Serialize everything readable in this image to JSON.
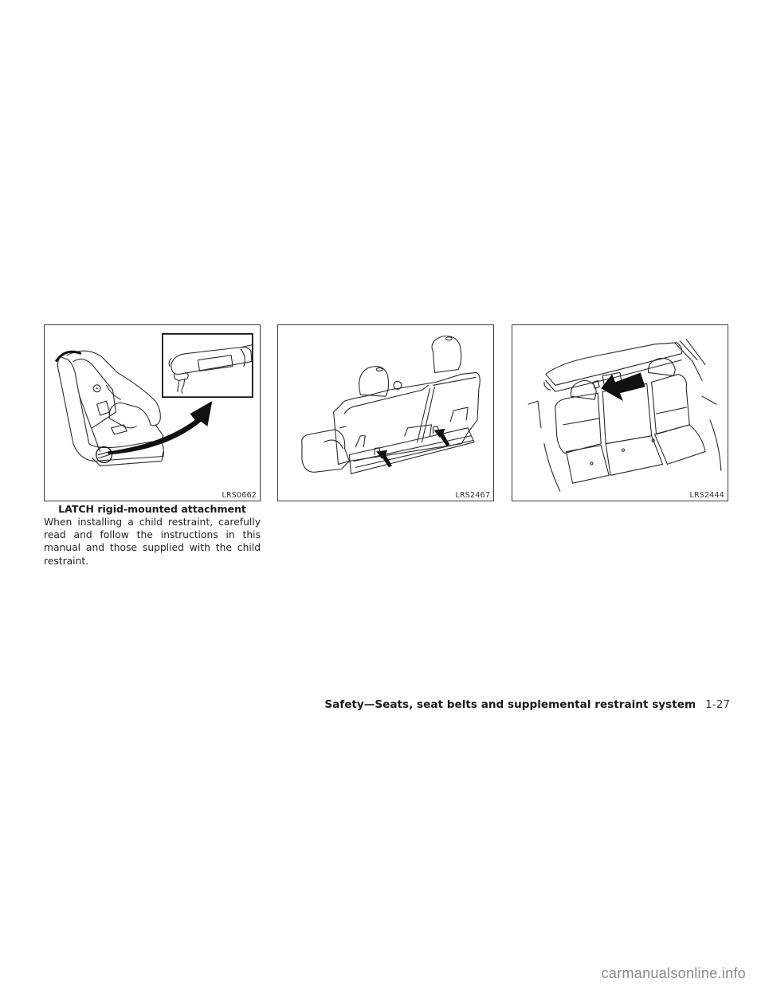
{
  "figures": [
    {
      "id": "fig1",
      "code": "LRS0662",
      "depicts": "child-seat-latch-attachment",
      "caption": "LATCH rigid-mounted attachment"
    },
    {
      "id": "fig2",
      "code": "LRS2467",
      "depicts": "rear-seat-lower-anchors"
    },
    {
      "id": "fig3",
      "code": "LRS2444",
      "depicts": "rear-seat-top-tether-anchor"
    }
  ],
  "body": {
    "paragraph": "When installing a child restraint, carefully read and follow the instructions in this manual and those supplied with the child restraint."
  },
  "footer": {
    "section_title": "Safety—Seats, seat belts and supplemental restraint system",
    "page_number": "1-27"
  },
  "watermark": {
    "text": "carmanualsonline.info",
    "color": "#8a8a8a"
  },
  "colors": {
    "text": "#1e1e1e",
    "frame": "#3a3a3a",
    "background": "#ffffff"
  }
}
